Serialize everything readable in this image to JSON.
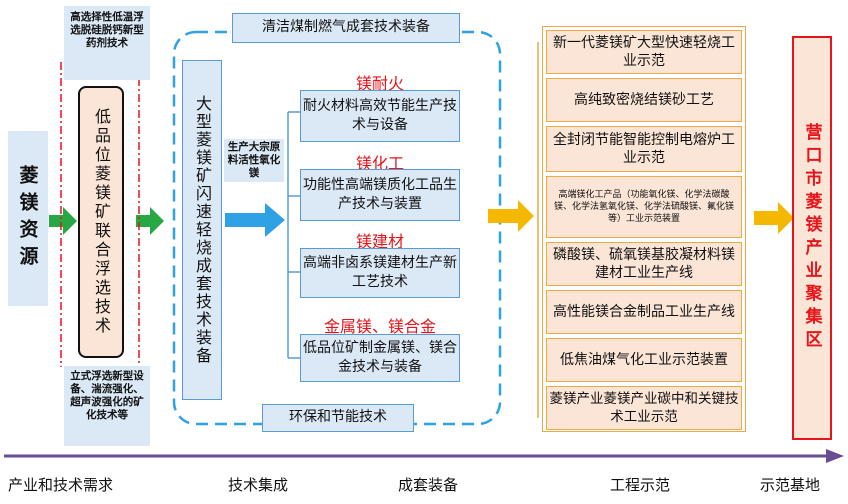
{
  "left": {
    "resource": "菱镁资源",
    "top_note": "高选择性低温浮选脱硅脱钙新型药剂技术",
    "core": "低品位菱镁矿联合浮选技术",
    "bottom_note": "立式浮选新型设备、湍流强化、超声波强化的矿化技术等"
  },
  "integration": {
    "main": "大型菱镁矿闪速轻烧成套技术装备",
    "arrow_label": "生产大宗原料活性氧化镁"
  },
  "middle": {
    "top_banner": "清洁煤制燃气成套技术装备",
    "bottom_banner": "环保和节能技术",
    "groups": [
      {
        "title": "镁耐火",
        "body": "耐火材料高效节能生产技术与设备"
      },
      {
        "title": "镁化工",
        "body": "功能性高端镁质化工品生产技术与装置"
      },
      {
        "title": "镁建材",
        "body": "高端非卤系镁建材生产新工艺技术"
      },
      {
        "title": "金属镁、镁合金",
        "body": "低品位矿制金属镁、镁合金技术与装备"
      }
    ]
  },
  "demos": [
    "新一代菱镁矿大型快速轻烧工业示范",
    "高纯致密烧结镁砂工艺",
    "全封闭节能智能控制电熔炉工业示范",
    "高端镁化工产品（功能氧化镁、化学法碳酸镁、化学法氢氧化镁、化学法硫酸镁、氟化镁等）工业示范装置",
    "磷酸镁、硫氧镁基胶凝材料镁建材工业生产线",
    "高性能镁合金制品工业生产线",
    "低焦油煤气化工业示范装置",
    "菱镁产业菱镁产业碳中和关键技术工业示范"
  ],
  "base": "营口市菱镁产业聚集区",
  "stages": [
    "产业和技术需求",
    "技术集成",
    "成套装备",
    "工程示范",
    "示范基地"
  ],
  "colors": {
    "blue": "#5b9bd5",
    "orange": "#f0a844",
    "red": "#e8141a",
    "green": "#27a845",
    "dark_arrow": "#6a4c93"
  }
}
